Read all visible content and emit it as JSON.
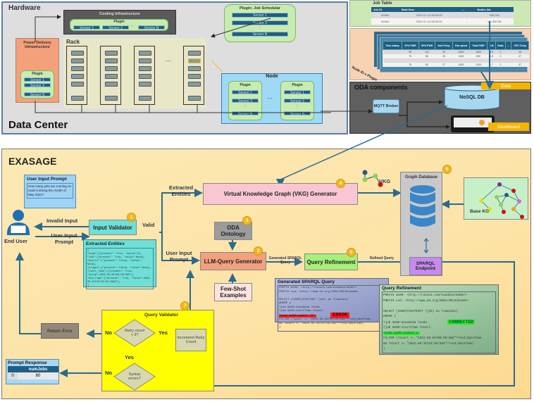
{
  "data_center": {
    "title": "Data Center",
    "hardware_label": "Hardware",
    "cooling": {
      "title": "Cooling Infrastructure",
      "plugin_label": "Plugin",
      "sensors": [
        "Sensor 1",
        "Sensor 2",
        "Sensor N"
      ],
      "ellipsis": "··"
    },
    "power": {
      "title": "Power Delivery Infrastructure",
      "plugin_label": "Plugin",
      "sensors": [
        "Sensor 1",
        "Sensor 2",
        "Sensor N"
      ],
      "vellipsis": "⋮"
    },
    "rack_label": "Rack",
    "rack_ellipsis": "···",
    "job_scheduler": {
      "title": "Plugin: Job Schedular",
      "sensors": [
        "Sensor 1",
        "Sensor 2",
        "Sensor N"
      ],
      "vellipsis": "⋮"
    },
    "node": {
      "title": "Node",
      "ellipsis": "···",
      "plugins": [
        {
          "label": "Plugin",
          "sensors": [
            "Sensor 1",
            "Sensor 2",
            "Sensor N"
          ]
        },
        {
          "label": "Plugin",
          "sensors": [
            "Sensor 1",
            "Sensor 2",
            "Sensor N"
          ]
        }
      ],
      "vellipsis": "⋮"
    }
  },
  "job_table": {
    "title": "Job Table",
    "headers": [
      "Job ID",
      "Start time",
      "....",
      "Nodes list"
    ],
    "rows": [
      [
        "80484",
        "2022-07-10 08:00:00",
        "....",
        "255,260"
      ],
      [
        "80464",
        "2022-07-10 08:00:00",
        "....",
        "117,887,88"
      ]
    ]
  },
  "metrics_table": {
    "side_label": "Node ID x Plugin",
    "headers": [
      "Time stamp",
      "CPU PWR",
      "GPU PWR",
      "Inlet Temp",
      "Fan speed",
      "Total PWR",
      "PUE",
      "State",
      "....",
      "CPU Temp"
    ],
    "rows": [
      [
        "",
        "65",
        "110",
        "20",
        "3000",
        "1000",
        "4.5",
        "0",
        "",
        "45"
      ],
      [
        "",
        "75",
        "86",
        "33",
        "1150",
        "600",
        "3.5",
        "0",
        "",
        "47"
      ],
      [
        "",
        "",
        "",
        "",
        "",
        "",
        "",
        "",
        "",
        ""
      ],
      [
        "",
        "75",
        "60",
        "27",
        "4000",
        "1200",
        "1.7",
        "1",
        "",
        "37"
      ]
    ]
  },
  "oda": {
    "title": "ODA components",
    "mqtt": "MQTT Broker",
    "nosql": "NoSQL DB",
    "data_label": "Data",
    "dashboard_label": "Dashboard"
  },
  "exasage": {
    "title": "EXASAGE",
    "end_user": "End User",
    "user_prompt": {
      "title": "User Input Prompt",
      "text": "How many jobs are running on node 5 during the month of May 2022?"
    },
    "labels": {
      "invalid_input": "Invalid Input",
      "user_input_prompt": "User Input Prompt",
      "valid": "Valid",
      "extracted_entities": "Extracted Entities",
      "user_input_prompt2": "User Input Prompt",
      "generated_sparql": "Generated SPARQL Query",
      "refined_query": "Refined Query",
      "vkg": "VKG",
      "no1": "No",
      "yes1": "Yes",
      "yes2": "Yes",
      "no2": "No"
    },
    "input_validator": {
      "label": "Input Validator",
      "badge": "1"
    },
    "llm_query": {
      "label": "LLM-Query Generator",
      "badge": "2"
    },
    "oda_ontology": {
      "label": "ODA Ontology",
      "badge": "3"
    },
    "vkg_generator": {
      "label": "Virtual Knowledge Graph (VKG) Generator",
      "badge": "4"
    },
    "query_refinement": {
      "label": "Query Refinement",
      "badge": "5"
    },
    "graph_db": {
      "label": "Graph Database",
      "badge": "6"
    },
    "sparql_endpoint": "SPARQL Endpoint",
    "few_shot": "Few-Shot Examples",
    "base_kg": "Base KG",
    "extracted_entities_box": {
      "title": "Extracted Entities",
      "lines": [
        "{",
        "\"node\":{\"present\": True, \"value\":5},",
        "\"job\":{\"present\": True, \"value\":None},",
        "\"metric\":{\"present\": False, \"value\": None},",
        "\"plugin\":{\"present\": False, \"value\":None},",
        "\"start_Time\":{\"present\": True,",
        "\"value\":2022-05-01T00:00:00Z\"},",
        "\"end_Time\":{\"present\": True, \"value\":2022-05-31T23:59:59.999Z\"},",
        "}"
      ]
    },
    "query_validator": {
      "title": "Query Validator",
      "badge": "7",
      "retry_decision": "Retry count < 3?",
      "increment": "Increment Retry Count",
      "syntax_decision": "Syntax errors?"
    },
    "return_error": "Return Error",
    "prompt_response": {
      "title": "Prompt Response",
      "headers": [
        "",
        "numJobs"
      ],
      "rows": [
        [
          "0",
          "80"
        ]
      ]
    },
    "generated_sparql_box": {
      "title": "Generated SPARQL Query",
      "lines": [
        "PREFIX m100: <http://cineca.com/exadata/m100/>",
        "PREFIX xsd: <http://www.w3.org/2001/XMLSchema#>",
        "",
        "SELECT (COUNT(DISTINCT ?job) as ?numJobs)",
        "WHERE {",
        " ?job m100:UsesNode ?node.",
        " ?job m100:startTime ?start.",
        "",
        " FILTER (?start >= \"2022-05-01T00:00:00Z\"^^xsd:dateTime",
        "&& ?start <= \"2022-05-31T23:59:59Z\"^^xsd:dateTime)",
        "}"
      ],
      "error_line": "?node m100:nodeId \"5\".",
      "error_tag": "ERROR"
    },
    "refinement_box": {
      "title": "Query Refinement",
      "lines": [
        "PREFIX m100: <http://cineca.com/exadata/m100/>",
        "PREFIX xsd: <http://www.w3.org/2001/XMLSchema#>",
        "",
        "SELECT (COUNT(DISTINCT ?job) as ?numJobs)",
        "WHERE {",
        " ?job m100:UsesNode ?node.",
        " ?job m100:startTime ?start.",
        "",
        " FILTER (?start >= \"2022-05-01T00:00:00Z\"^^xsd:dateTime",
        "&& ?start <= \"2022-05-31T23:59:59Z\"^^xsd:dateTime)",
        "}"
      ],
      "fixed_line": "?node m100:nodeId 5.",
      "corrected_tag": "CORRECTED"
    }
  },
  "colors": {
    "arrow": "#2b6a8f",
    "input_validator": "#6fe0d8",
    "vkg_generator": "#f9c6d2",
    "llm_query": "#f2a07e",
    "query_refinement": "#a8f07a",
    "sparql_endpoint": "#c68af0",
    "query_validator": "#ffff00",
    "error": "#ff1a1a",
    "corrected": "#22ee22"
  }
}
